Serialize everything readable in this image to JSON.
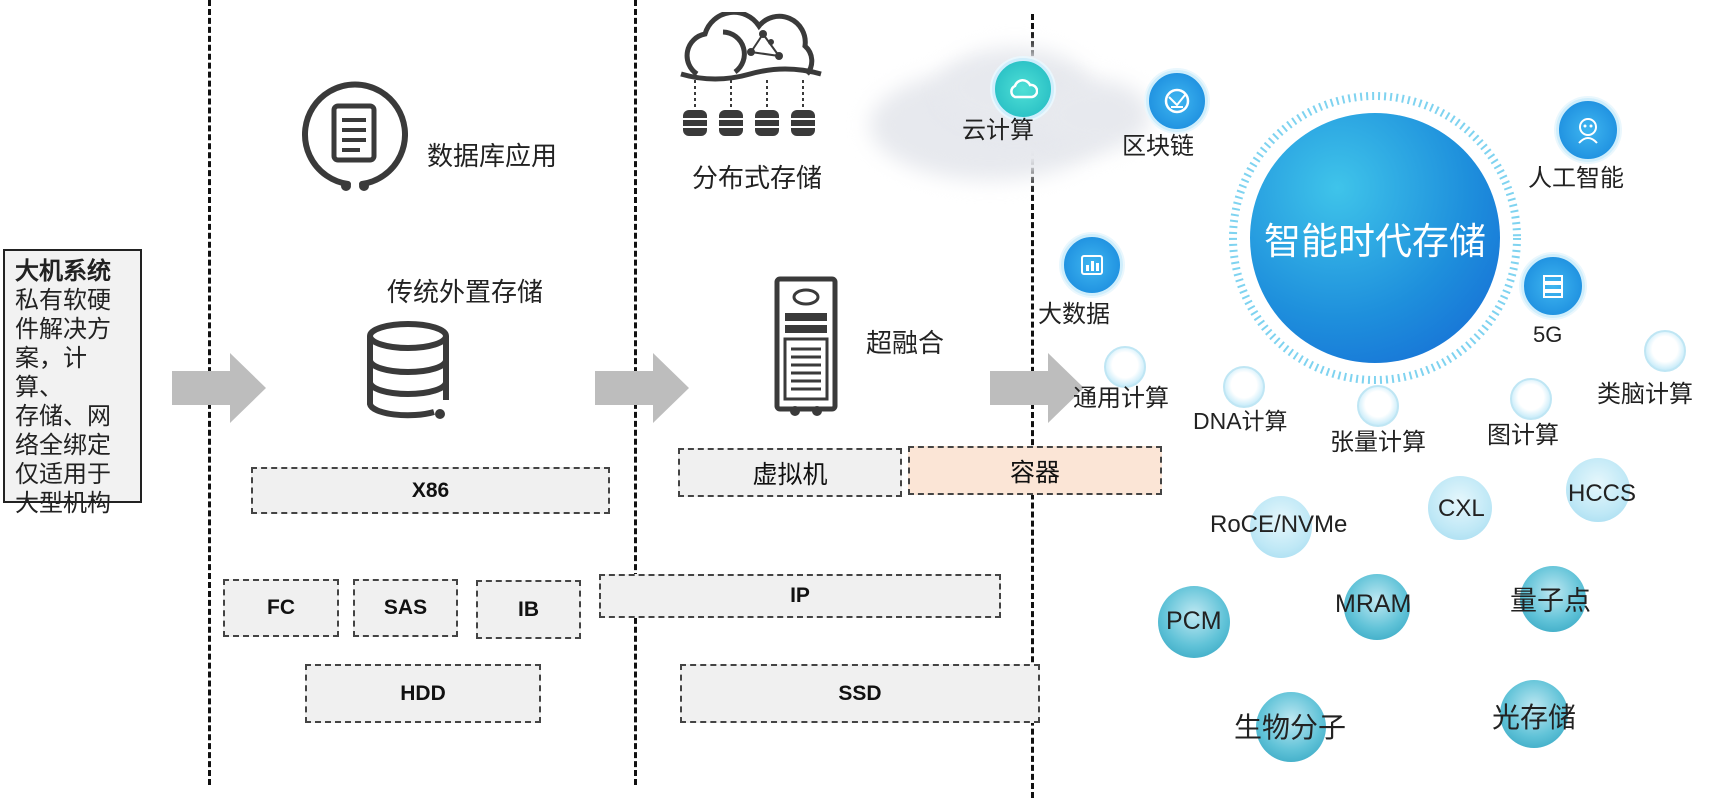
{
  "mainframe": {
    "title": "大机系统",
    "lines": [
      "私有软硬",
      "件解决方",
      "案，计算、",
      "存储、网",
      "络全绑定",
      "仅适用于",
      "大型机构"
    ]
  },
  "column2": {
    "db_app": "数据库应用",
    "traditional": "传统外置存储",
    "x86": "X86",
    "fc": "FC",
    "sas": "SAS",
    "ib": "IB",
    "hdd": "HDD"
  },
  "column3": {
    "distributed": "分布式存储",
    "hyper": "超融合",
    "vm": "虚拟机",
    "container": "容器",
    "ip": "IP",
    "ssd": "SSD"
  },
  "column4": {
    "cloud_compute": "云计算",
    "blockchain": "区块链",
    "big_data": "大数据",
    "ai": "人工智能",
    "g5": "5G",
    "center": "智能时代存储",
    "general_compute": "通用计算",
    "dna_compute": "DNA计算",
    "tensor_compute": "张量计算",
    "graph_compute": "图计算",
    "brain_compute": "类脑计算",
    "roce": "RoCE/NVMe",
    "cxl": "CXL",
    "hccs": "HCCS",
    "pcm": "PCM",
    "mram": "MRAM",
    "quantum": "量子点",
    "bio": "生物分子",
    "optical": "光存储"
  },
  "colors": {
    "accent_blue": "#1a8fe0",
    "center_gradient_start": "#29b6e0",
    "center_gradient_end": "#1565d8",
    "teal": "#2ab7c9",
    "arrow_gray": "#bdbdbd",
    "container_fill": "#fbe5d6"
  },
  "icons": [
    "document-icon",
    "database-icon",
    "cloud-network-icon",
    "server-icon",
    "cloud-icon",
    "blockchain-icon",
    "chart-icon",
    "robot-icon",
    "server-5g-icon"
  ]
}
